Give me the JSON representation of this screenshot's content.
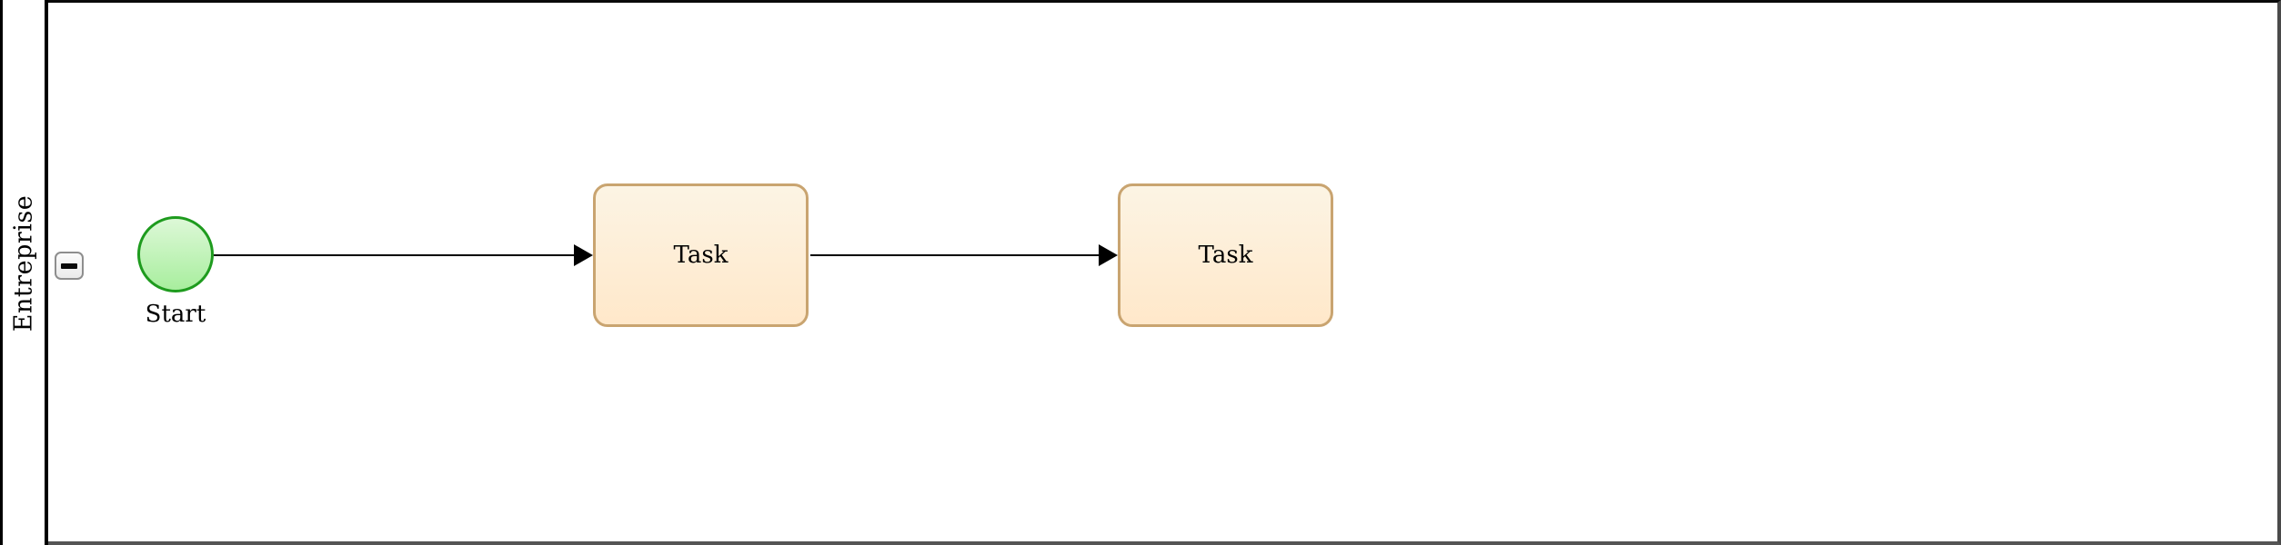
{
  "pool": {
    "lane_label": "Entreprise",
    "collapse_button_symbol": "−"
  },
  "nodes": {
    "start": {
      "type": "start-event",
      "label": "Start"
    },
    "task1": {
      "type": "task",
      "label": "Task"
    },
    "task2": {
      "type": "task",
      "label": "Task"
    }
  },
  "edges": [
    {
      "from": "start",
      "to": "task1",
      "label": ""
    },
    {
      "from": "task1",
      "to": "task2",
      "label": ""
    }
  ],
  "colors": {
    "pool_border": "#000000",
    "event_stroke": "#1e9b1e",
    "event_fill_top": "#ddf8d7",
    "event_fill_bottom": "#a8ee9e",
    "task_stroke": "#c9a470",
    "task_fill_top": "#fcf4e4",
    "task_fill_bottom": "#ffe8ca",
    "edge": "#000000",
    "button_border": "#8e8e8e",
    "button_fill": "#f3f3f3"
  }
}
